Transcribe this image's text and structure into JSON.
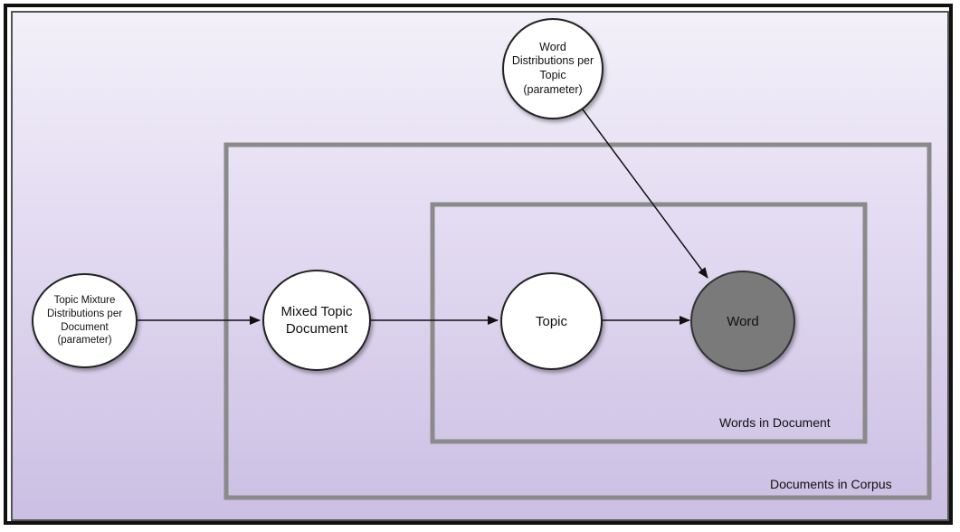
{
  "nodes": {
    "word_dist": "Word\nDistributions per\nTopic\n(parameter)",
    "topic_mix": "Topic Mixture\nDistributions per\nDocument\n(parameter)",
    "mixed_doc": "Mixed Topic\nDocument",
    "topic": "Topic",
    "word": "Word"
  },
  "plates": {
    "words_in_document": "Words in Document",
    "documents_in_corpus": "Documents in Corpus"
  },
  "colors": {
    "node_fill": "#ffffff",
    "observed_fill": "#7a7a7a",
    "plate_border": "#8a8a8a",
    "edge": "#111111"
  }
}
